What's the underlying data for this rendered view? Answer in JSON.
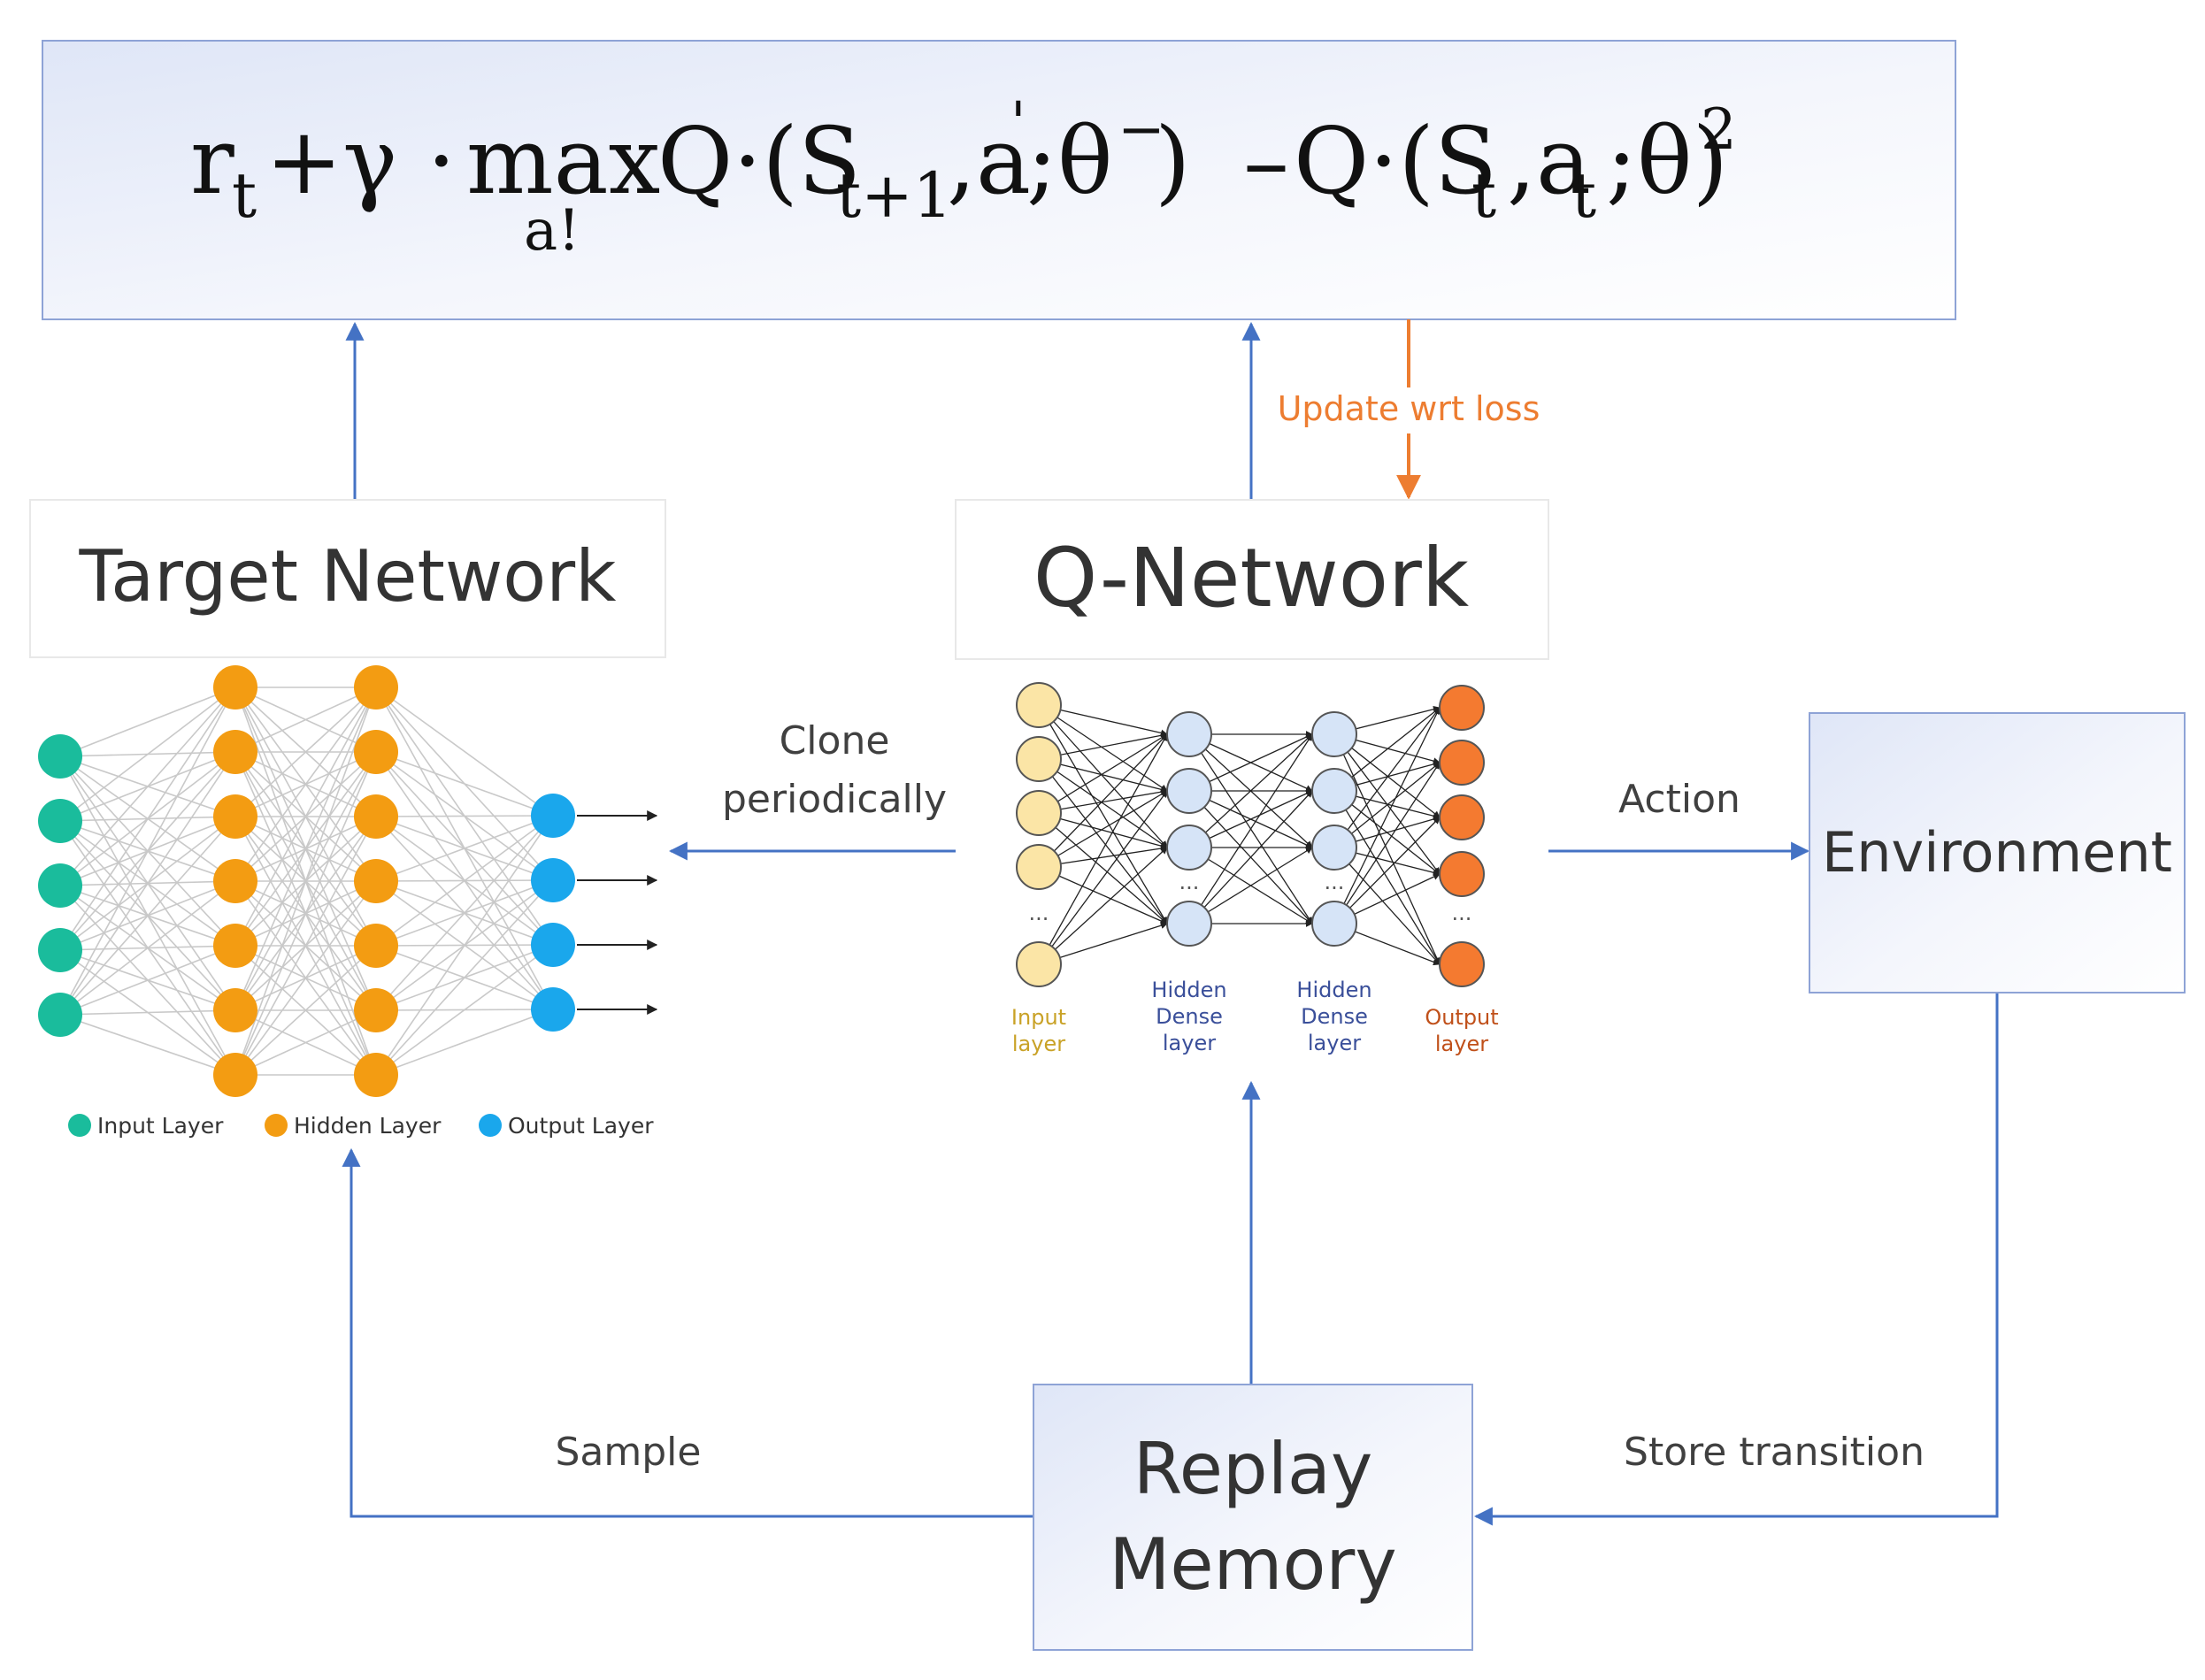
{
  "formula": {
    "r": "r",
    "r_sub": "t",
    "plus_gamma": "+γ ·",
    "max": "max",
    "max_sub": "a!",
    "q1": "Q·(S",
    "q1_sub": "t+1",
    "q1_rest": ",a",
    "q1_prime": "'",
    "q1_theta": ";θ",
    "q1_sup": "−",
    "q1_close": ")",
    "minus": "–",
    "q2": "Q·(S",
    "q2_sub": "t",
    "q2_mid": ",a",
    "q2_sub2": "t",
    "q2_rest": ";θ)",
    "q2_sup": "2"
  },
  "boxes": {
    "target_network": "Target Network",
    "q_network": "Q-Network",
    "environment": "Environment",
    "replay_line1": "Replay",
    "replay_line2": "Memory"
  },
  "edges": {
    "update": "Update wrt loss",
    "clone_line1": "Clone",
    "clone_line2": "periodically",
    "action": "Action",
    "sample": "Sample",
    "store": "Store transition"
  },
  "target_legend": {
    "input": "Input Layer",
    "hidden": "Hidden Layer",
    "output": "Output Layer"
  },
  "q_captions": {
    "input_1": "Input",
    "input_2": "layer",
    "hidden1_1": "Hidden",
    "hidden1_2": "Dense",
    "hidden1_3": "layer",
    "hidden2_1": "Hidden",
    "hidden2_2": "Dense",
    "hidden2_3": "layer",
    "output_1": "Output",
    "output_2": "layer",
    "ellipsis": "..."
  },
  "colors": {
    "arrow_blue": "#4472c4",
    "arrow_orange": "#ed7d31",
    "target_input": "#1abc9c",
    "target_hidden": "#f39c12",
    "target_output": "#1aa7ec",
    "q_input": "#fbe5a6",
    "q_hidden": "#d6e4f7",
    "q_output": "#f47a30"
  }
}
